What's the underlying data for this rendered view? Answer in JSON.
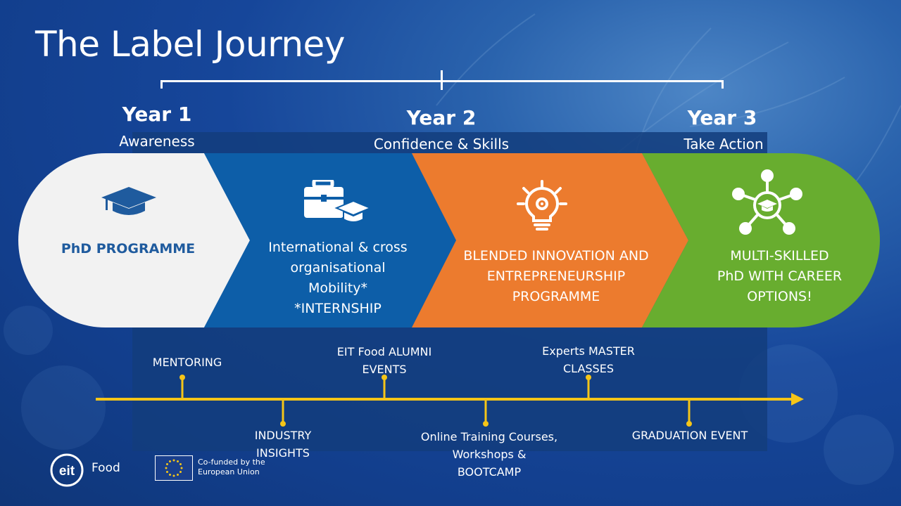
{
  "title": "The Label Journey",
  "years": [
    {
      "year": "Year 1",
      "phase": "Awareness"
    },
    {
      "year": "Year 2",
      "phase": "Confidence & Skills"
    },
    {
      "year": "Year 3",
      "phase": "Take  Action"
    }
  ],
  "stages": [
    {
      "icon": "graduation-cap-icon",
      "lines": [
        "PhD PROGRAMME"
      ],
      "color": "#f2f2f2"
    },
    {
      "icon": "briefcase-graduation-icon",
      "lines": [
        "International & cross",
        "organisational",
        "Mobility*",
        "*INTERNSHIP"
      ],
      "color": "#0d5ea8"
    },
    {
      "icon": "lightbulb-icon",
      "lines": [
        "BLENDED INNOVATION AND",
        "ENTREPRENEURSHIP",
        "PROGRAMME"
      ],
      "color": "#ec7b2e"
    },
    {
      "icon": "network-graduation-icon",
      "lines": [
        "MULTI-SKILLED",
        "PhD WITH CAREER",
        "OPTIONS!"
      ],
      "color": "#68ad2f"
    }
  ],
  "events_above": [
    {
      "lines": [
        "MENTORING"
      ]
    },
    {
      "lines": [
        "EIT Food ALUMNI",
        "EVENTS"
      ]
    },
    {
      "lines": [
        "Experts MASTER",
        "CLASSES"
      ]
    }
  ],
  "events_below": [
    {
      "lines": [
        "INDUSTRY",
        "INSIGHTS"
      ]
    },
    {
      "lines": [
        "Online Training Courses,",
        "Workshops &",
        "BOOTCAMP"
      ]
    },
    {
      "lines": [
        "GRADUATION EVENT"
      ]
    }
  ],
  "timeline_color": "#f5c518",
  "footer": {
    "logo_text": "eit",
    "logo_word": "Food",
    "eu_line1": "Co-funded by the",
    "eu_line2": "European Union"
  }
}
